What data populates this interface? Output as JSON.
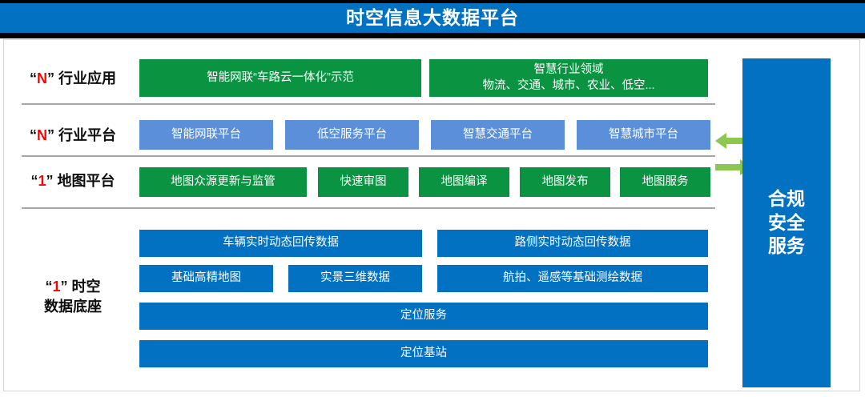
{
  "header": {
    "title": "时空信息大数据平台",
    "bar_color": "#0271c1"
  },
  "colors": {
    "green": "#0a9442",
    "light_blue": "#5b8fd9",
    "blue": "#0271c1",
    "arrow_green": "#8cc751",
    "accent_red": "#ff0000",
    "separator": "#a6a6a6"
  },
  "rows": [
    {
      "label_prefix": "“",
      "label_accent": "N",
      "label_suffix": "”",
      "label_text": " 行业应用",
      "boxes": [
        {
          "text": "智能网联“车路云一体化”示范",
          "color": "green"
        },
        {
          "text": "智慧行业领域\n物流、交通、城市、农业、低空...",
          "color": "green"
        }
      ]
    },
    {
      "label_prefix": "“",
      "label_accent": "N",
      "label_suffix": "”",
      "label_text": " 行业平台",
      "boxes": [
        {
          "text": "智能网联平台",
          "color": "light_blue"
        },
        {
          "text": "低空服务平台",
          "color": "light_blue"
        },
        {
          "text": "智慧交通平台",
          "color": "light_blue"
        },
        {
          "text": "智慧城市平台",
          "color": "light_blue"
        }
      ]
    },
    {
      "label_prefix": "“",
      "label_accent": "1",
      "label_suffix": "”",
      "label_text": " 地图平台",
      "boxes": [
        {
          "text": "地图众源更新与监管",
          "color": "green"
        },
        {
          "text": "快速审图",
          "color": "green"
        },
        {
          "text": "地图编译",
          "color": "green"
        },
        {
          "text": "地图发布",
          "color": "green"
        },
        {
          "text": "地图服务",
          "color": "green"
        }
      ]
    },
    {
      "label_prefix": "“",
      "label_accent": "1",
      "label_suffix": "”",
      "label_text": " 时空\n数据底座",
      "boxes": [
        {
          "text": "车辆实时动态回传数据",
          "color": "blue"
        },
        {
          "text": "路侧实时动态回传数据",
          "color": "blue"
        },
        {
          "text": "基础高精地图",
          "color": "blue"
        },
        {
          "text": "实景三维数据",
          "color": "blue"
        },
        {
          "text": "航拍、遥感等基础测绘数据",
          "color": "blue"
        },
        {
          "text": "定位服务",
          "color": "blue"
        },
        {
          "text": "定位基站",
          "color": "blue"
        }
      ]
    }
  ],
  "side_panel": {
    "text": "合规\n安全\n服务"
  },
  "arrows": [
    {
      "name": "arrow-left",
      "direction": "left"
    },
    {
      "name": "arrow-right",
      "direction": "right"
    }
  ]
}
